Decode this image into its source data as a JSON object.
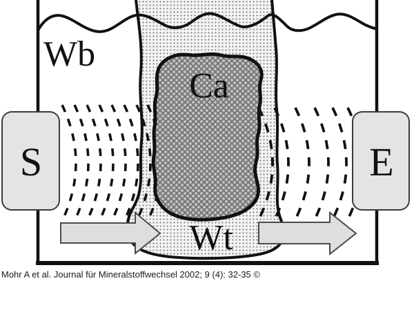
{
  "diagram": {
    "water_bath_label": "Wb",
    "bone_label": "Ca",
    "soft_tissue_label": "Wt",
    "transmitter_label": "S",
    "receiver_label": "E"
  },
  "caption": {
    "text": "Mohr A et al. Journal für Mineralstoffwechsel 2002; 9 (4): 32-35 ©"
  },
  "colors": {
    "line": "#111111",
    "block_fill": "#e4e4e4",
    "block_border": "#3a3a3a",
    "arrow_fill": "#dedede",
    "arrow_border": "#4a4a4a"
  }
}
